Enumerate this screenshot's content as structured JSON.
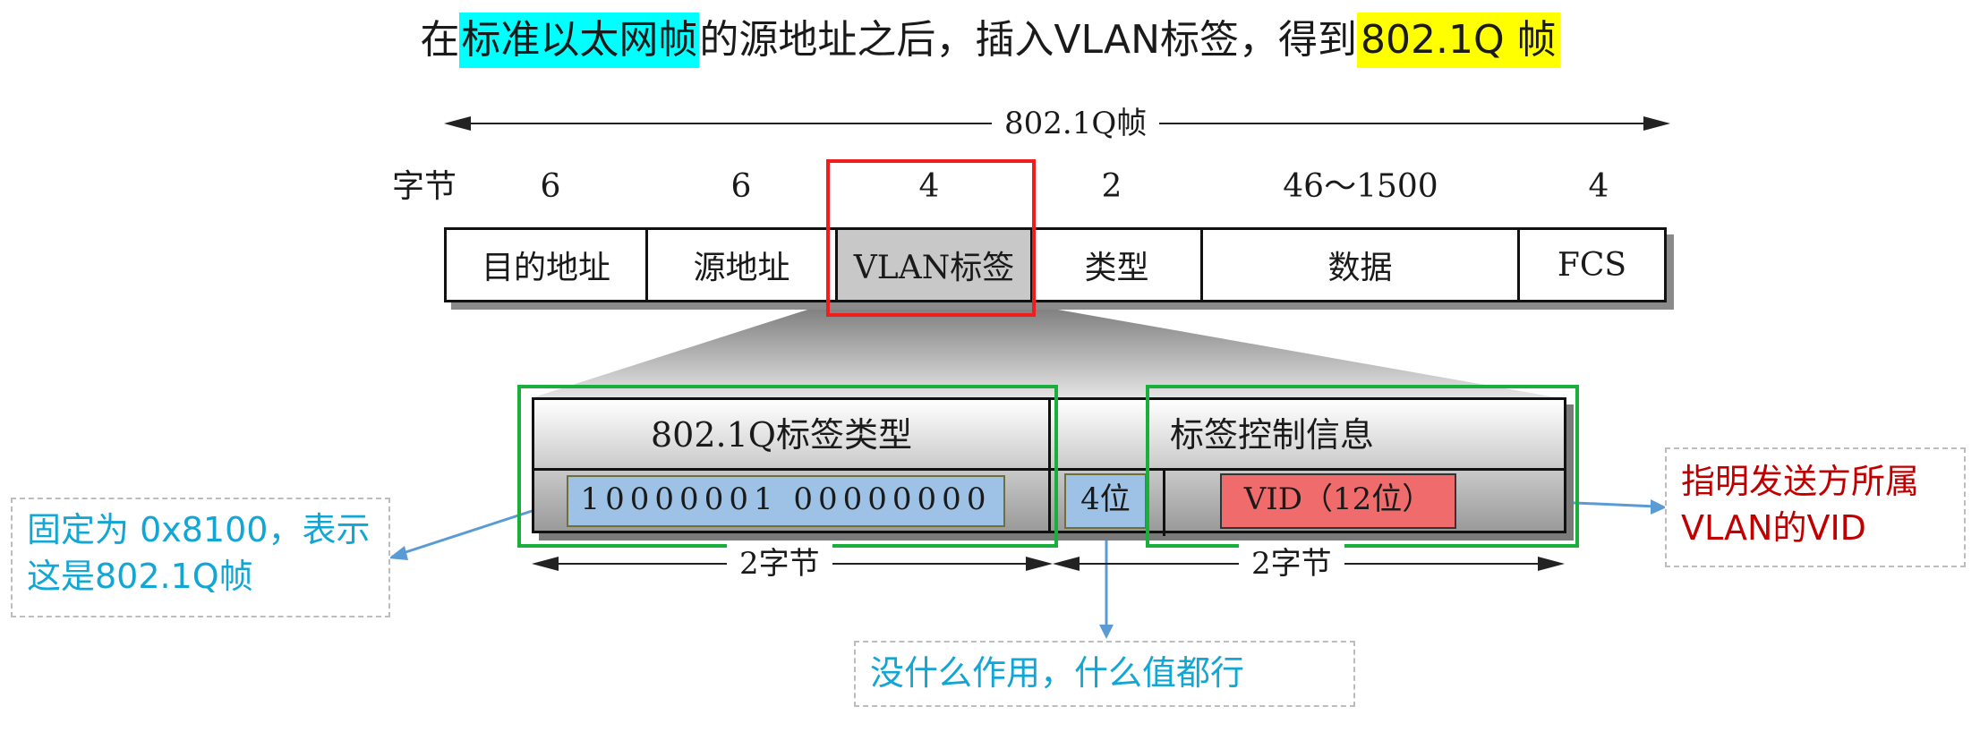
{
  "title": {
    "prefix": "在",
    "hl1": "标准以太网帧",
    "middle": "的源地址之后，插入VLAN标签，得到",
    "hl2": "802.1Q 帧"
  },
  "frame_span_label": "802.1Q帧",
  "byte_row": {
    "label": "字节",
    "values": [
      "6",
      "6",
      "4",
      "2",
      "46～1500",
      "4"
    ]
  },
  "frame_fields": [
    "目的地址",
    "源地址",
    "VLAN标签",
    "类型",
    "数据",
    "FCS"
  ],
  "tag_detail": {
    "type_label": "802.1Q标签类型",
    "control_label": "标签控制信息",
    "bits": "10000001 00000000",
    "four_bits": "4位",
    "vid": "VID（12位）",
    "left_span": "2字节",
    "right_span": "2字节"
  },
  "callouts": {
    "left": "固定为 0x8100，表示这是802.1Q帧",
    "right": "指明发送方所属VLAN的VID",
    "bottom": "没什么作用，什么值都行"
  },
  "colors": {
    "cyan_highlight": "#00ffff",
    "yellow_highlight": "#ffff00",
    "red_box": "#f21c1c",
    "green_box": "#1aaf3c",
    "bits_fill": "#9ec2e6",
    "vid_fill": "#f06c6c",
    "callout_blue_text": "#12a6d4",
    "callout_red_text": "#c00000"
  }
}
